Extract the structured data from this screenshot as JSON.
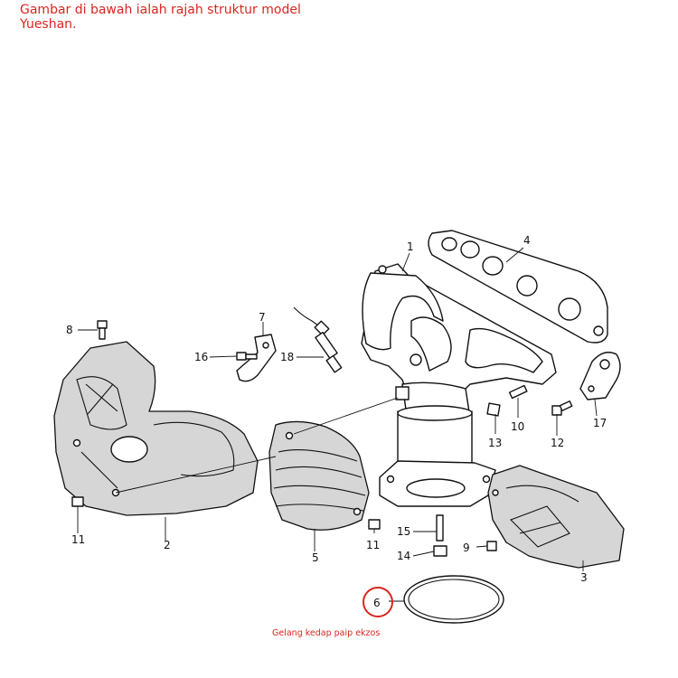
{
  "caption": "Gambar di bawah ialah rajah struktur model Yueshan.",
  "footnote": "Gelang kedap paip ekzos",
  "accent_color": "#d8261f",
  "parts": [
    {
      "id": "p1",
      "label": "1"
    },
    {
      "id": "p2",
      "label": "2"
    },
    {
      "id": "p3",
      "label": "3"
    },
    {
      "id": "p4",
      "label": "4"
    },
    {
      "id": "p5",
      "label": "5"
    },
    {
      "id": "p6",
      "label": "6"
    },
    {
      "id": "p7",
      "label": "7"
    },
    {
      "id": "p8",
      "label": "8"
    },
    {
      "id": "p9",
      "label": "9"
    },
    {
      "id": "p10",
      "label": "10"
    },
    {
      "id": "p11a",
      "label": "11"
    },
    {
      "id": "p11b",
      "label": "11"
    },
    {
      "id": "p12",
      "label": "12"
    },
    {
      "id": "p13",
      "label": "13"
    },
    {
      "id": "p14",
      "label": "14"
    },
    {
      "id": "p15",
      "label": "15"
    },
    {
      "id": "p16",
      "label": "16"
    },
    {
      "id": "p17",
      "label": "17"
    },
    {
      "id": "p18",
      "label": "18"
    }
  ]
}
